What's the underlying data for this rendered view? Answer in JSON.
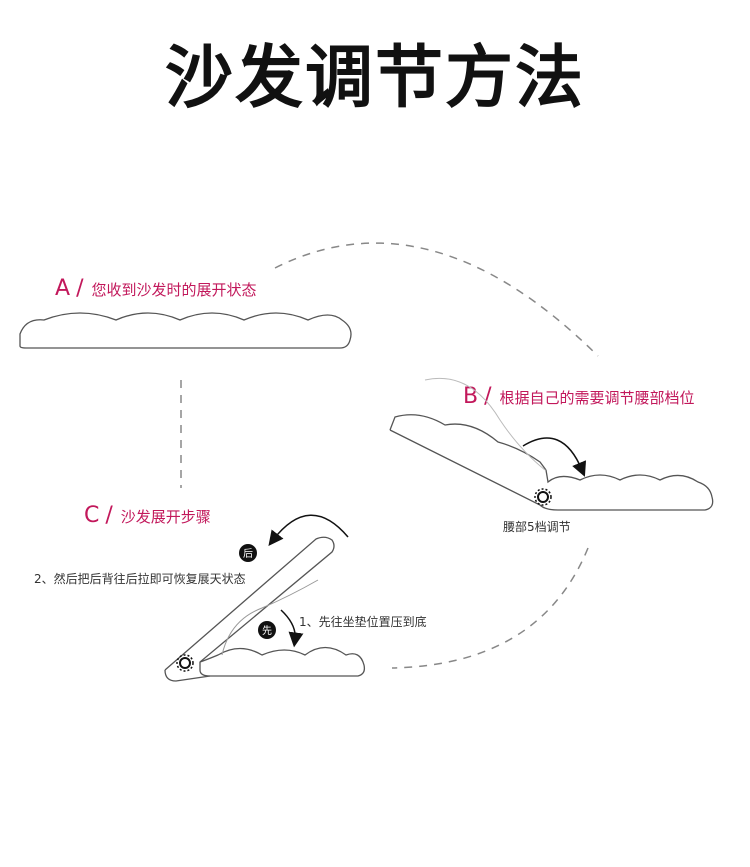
{
  "title": "沙发调节方法",
  "steps": {
    "a": {
      "letter": "A",
      "text": "您收到沙发时的展开状态"
    },
    "b": {
      "letter": "B",
      "text": "根据自己的需要调节腰部档位"
    },
    "c": {
      "letter": "C",
      "text": "沙发展开步骤"
    }
  },
  "notes": {
    "waist": "腰部5档调节",
    "step1": "1、先往坐垫位置压到底",
    "step2": "2、然后把后背往后拉即可恢复展天状态"
  },
  "badges": {
    "first": "先",
    "after": "后"
  },
  "colors": {
    "accent": "#c2185b",
    "line": "#555555",
    "dash": "#888888"
  }
}
